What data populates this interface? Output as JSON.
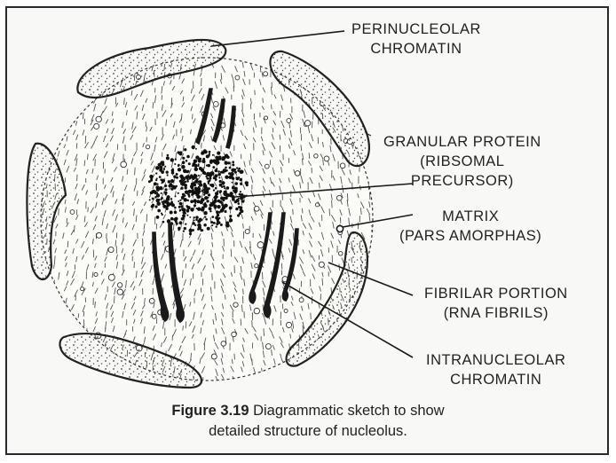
{
  "labels": {
    "perinucleolar": [
      "PERINUCLEOLAR",
      "CHROMATIN"
    ],
    "granular": [
      "GRANULAR PROTEIN",
      "(RIBSOMAL",
      "PRECURSOR)"
    ],
    "matrix": [
      "MATRIX",
      "(PARS AMORPHAS)"
    ],
    "fibrilar": [
      "FIBRILAR PORTION",
      "(RNA FIBRILS)"
    ],
    "intranucleolar": [
      "INTRANUCLEOLAR",
      "CHROMATIN"
    ]
  },
  "caption": {
    "figure": "Figure 3.19",
    "text_line1": " Diagrammatic sketch to show",
    "text_line2": "detailed structure of nucleolus."
  }
}
